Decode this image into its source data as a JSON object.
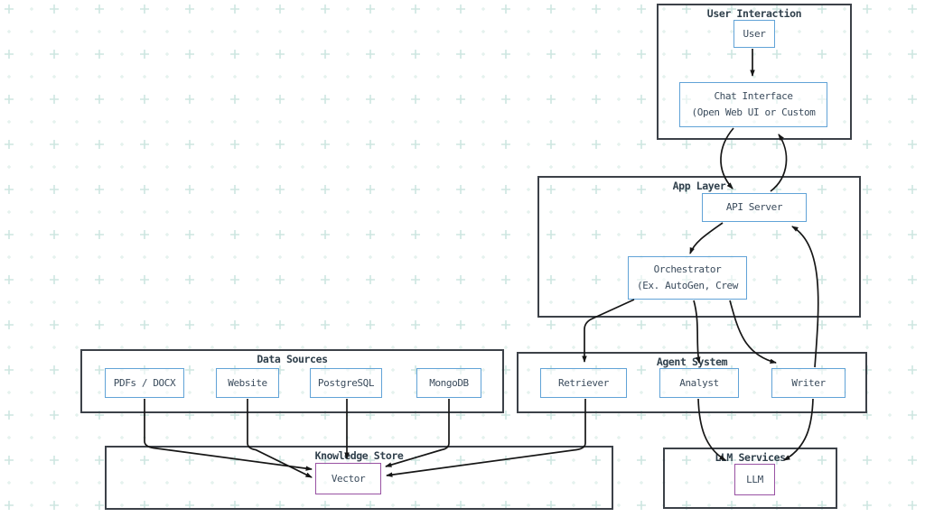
{
  "diagram": {
    "containers": {
      "user_interaction": {
        "label": "User Interaction"
      },
      "app_layer": {
        "label": "App Layer"
      },
      "data_sources": {
        "label": "Data Sources"
      },
      "agent_system": {
        "label": "Agent System"
      },
      "knowledge_store": {
        "label": "Knowledge Store"
      },
      "llm_services": {
        "label": "LLM Services"
      }
    },
    "nodes": {
      "user": {
        "label": "User"
      },
      "chat_interface": {
        "line1": "Chat Interface",
        "line2": "(Open Web UI or Custom"
      },
      "api_server": {
        "label": "API Server"
      },
      "orchestrator": {
        "line1": "Orchestrator",
        "line2": "(Ex. AutoGen, Crew"
      },
      "pdfs_docx": {
        "label": "PDFs / DOCX"
      },
      "website": {
        "label": "Website"
      },
      "postgresql": {
        "label": "PostgreSQL"
      },
      "mongodb": {
        "label": "MongoDB"
      },
      "retriever": {
        "label": "Retriever"
      },
      "analyst": {
        "label": "Analyst"
      },
      "writer": {
        "label": "Writer"
      },
      "vector": {
        "label": "Vector"
      },
      "llm": {
        "label": "LLM"
      }
    },
    "edges": [
      {
        "from": "User",
        "to": "Chat Interface"
      },
      {
        "from": "Chat Interface",
        "to": "API Server"
      },
      {
        "from": "API Server",
        "to": "Chat Interface"
      },
      {
        "from": "API Server",
        "to": "Orchestrator"
      },
      {
        "from": "Orchestrator",
        "to": "Retriever"
      },
      {
        "from": "Orchestrator",
        "to": "Analyst"
      },
      {
        "from": "Orchestrator",
        "to": "Writer"
      },
      {
        "from": "Writer",
        "to": "API Server"
      },
      {
        "from": "Analyst",
        "to": "LLM"
      },
      {
        "from": "Writer",
        "to": "LLM"
      },
      {
        "from": "PDFs / DOCX",
        "to": "Vector"
      },
      {
        "from": "Website",
        "to": "Vector"
      },
      {
        "from": "PostgreSQL",
        "to": "Vector"
      },
      {
        "from": "MongoDB",
        "to": "Vector"
      },
      {
        "from": "Retriever",
        "to": "Vector"
      }
    ],
    "colors": {
      "node_border": "#61a3d7",
      "special_node_border": "#9952a3",
      "container_border": "#3c4148",
      "arrow": "#161616",
      "text": "#3a4b5c",
      "grid_plus_large": "#cde6e1",
      "grid_plus_small": "#e0efeb"
    }
  }
}
